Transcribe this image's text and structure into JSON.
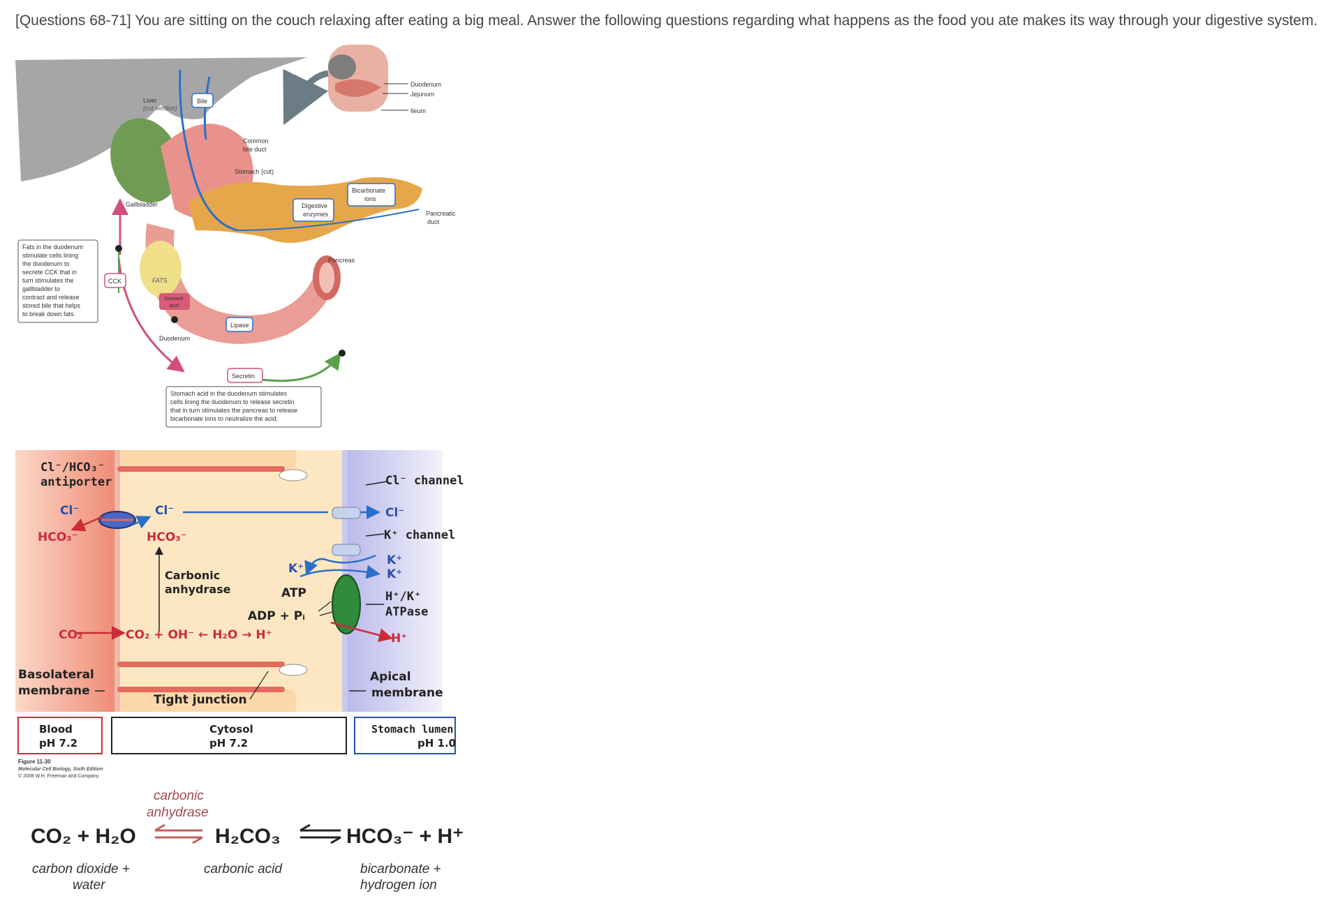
{
  "question": "[Questions 68-71] You are sitting on the couch relaxing after eating a big meal. Answer the following questions regarding what happens as the food you ate makes its way through your digestive system.",
  "digestive_diagram": {
    "liver_label": "Liver",
    "liver_sub": "(cut section)",
    "bile": "Bile",
    "common_bile_duct_1": "Common",
    "common_bile_duct_2": "bile duct",
    "stomach": "Stomach (cut)",
    "gallbladder": "Gallbladder",
    "digestive_enzymes_1": "Digestive",
    "digestive_enzymes_2": "enzymes",
    "bicarbonate_ions_1": "Bicarbonate",
    "bicarbonate_ions_2": "ions",
    "pancreatic_duct_1": "Pancreatic",
    "pancreatic_duct_2": "duct",
    "pancreas": "Pancreas",
    "duodenum_top": "Duodenum",
    "jejunum": "Jejunum",
    "ileum": "Ileum",
    "cck": "CCK",
    "fats": "FATS",
    "stomach_acid_1": "Stomach",
    "stomach_acid_2": "acid",
    "duodenum": "Duodenum",
    "lipase": "Lipase",
    "secretin": "Secretin",
    "fats_note": [
      "Fats in the duodenum",
      "stimulate cells lining",
      "the duodenum to",
      "secrete CCK that in",
      "turn stimulates the",
      "gallbladder to",
      "contract and release",
      "stored bile that helps",
      "to break down fats."
    ],
    "acid_note": [
      "Stomach acid in the duodenum stimulates",
      "cells lining the duodenum to release secretin",
      "that in turn stimulates the pancreas to release",
      "bicarbonate ions to neutralize the acid."
    ]
  },
  "parietal_cell_diagram": {
    "antiporter_1": "Cl⁻/HCO₃⁻",
    "antiporter_2": "antiporter",
    "cl_left": "Cl⁻",
    "hco3_left": "HCO₃⁻",
    "cl_mid": "Cl⁻",
    "hco3_mid": "HCO₃⁻",
    "carbonic_1": "Carbonic",
    "carbonic_2": "anhydrase",
    "k_in": "K⁺",
    "atp": "ATP",
    "adp": "ADP + Pᵢ",
    "co2_left": "CO₂",
    "reaction": "CO₂ + OH⁻ ← H₂O → H⁺",
    "cl_channel": "Cl⁻ channel",
    "cl_out": "Cl⁻",
    "k_channel": "K⁺ channel",
    "k_out1": "K⁺",
    "k_out2": "K⁺",
    "atpase_1": "H⁺/K⁺",
    "atpase_2": "ATPase",
    "h_out": "H⁺",
    "basolateral_1": "Basolateral",
    "basolateral_2": "membrane",
    "tight_junction": "Tight junction",
    "apical_1": "Apical",
    "apical_2": "membrane",
    "blood_1": "Blood",
    "blood_2": "pH 7.2",
    "cytosol_1": "Cytosol",
    "cytosol_2": "pH 7.2",
    "lumen_1": "Stomach lumen",
    "lumen_2": "pH 1.0",
    "caption_1": "Figure 11-30",
    "caption_2": "Molecular Cell Biology, Sixth Edition",
    "caption_3": "© 2008 W.H. Freeman and Company"
  },
  "equation": {
    "enzyme_1": "carbonic",
    "enzyme_2": "anhydrase",
    "left": "CO₂ + H₂O",
    "middle": "H₂CO₃",
    "right": "HCO₃⁻ + H⁺",
    "left_name_1": "carbon dioxide +",
    "left_name_2": "water",
    "middle_name": "carbonic acid",
    "right_name_1": "bicarbonate +",
    "right_name_2": "hydrogen ion"
  },
  "colors": {
    "blood": "#f08a74",
    "cytosol": "#fde7c2",
    "lumen": "#c9c8ee",
    "pancreas": "#e5a74a",
    "stomach": "#e9928c",
    "gallbladder": "#6f9b54",
    "liver": "#9a9a9a",
    "atpase": "#2f8a3b"
  }
}
